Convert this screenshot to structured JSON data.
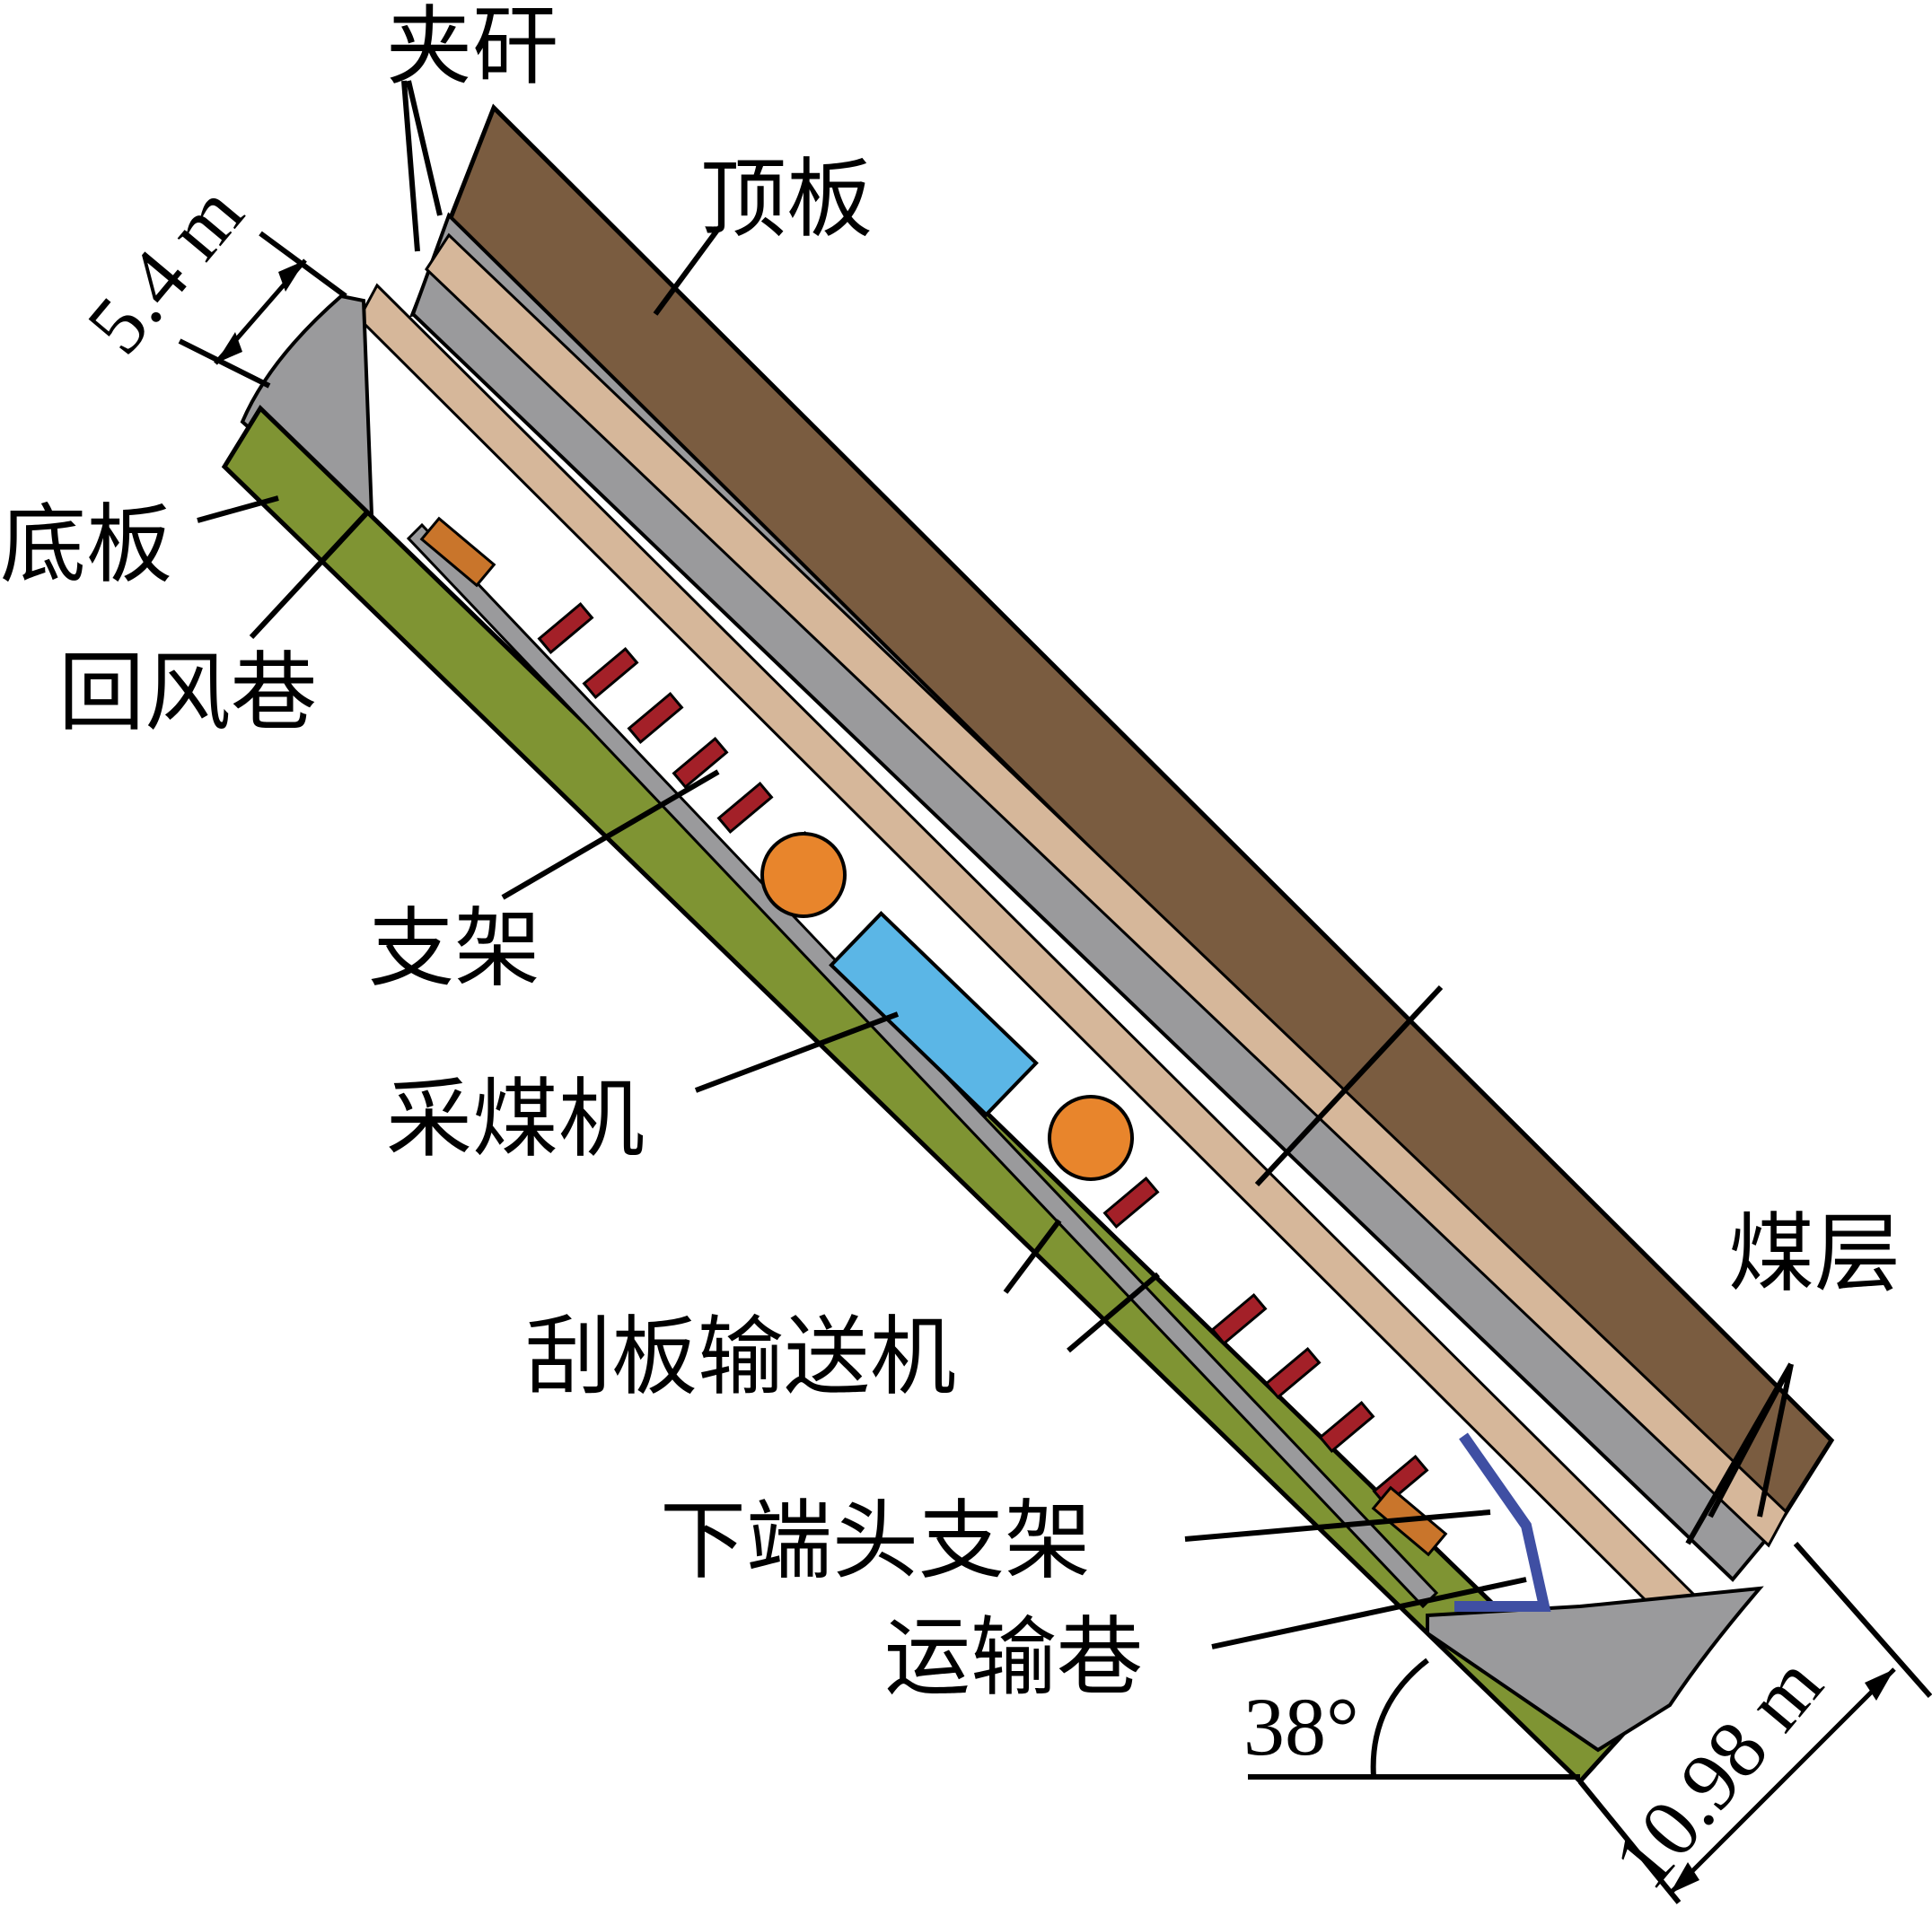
{
  "labels": {
    "jiagan": "夹矸",
    "dingban": "顶板",
    "diban": "底板",
    "huifengxiang": "回风巷",
    "zhijia": "支架",
    "caimeiji": "采煤机",
    "guaban": "刮板输送机",
    "meiceng": "煤层",
    "xiaduantou": "下端头支架",
    "yunshuxiang": "运输巷"
  },
  "dimensions": {
    "upper_width": "5.4 m",
    "lower_width": "10.98 m",
    "angle": "38°"
  },
  "colors": {
    "roof": "#7a5c40",
    "floor": "#7f9433",
    "coal_gray": "#9a9a9c",
    "gangue_tan": "#d6b79a",
    "shearer": "#5bb6e6",
    "drum": "#e8852c",
    "support_red": "#a32028",
    "end_support": "#3f4fa3",
    "end_support_orange": "#c9752b"
  }
}
